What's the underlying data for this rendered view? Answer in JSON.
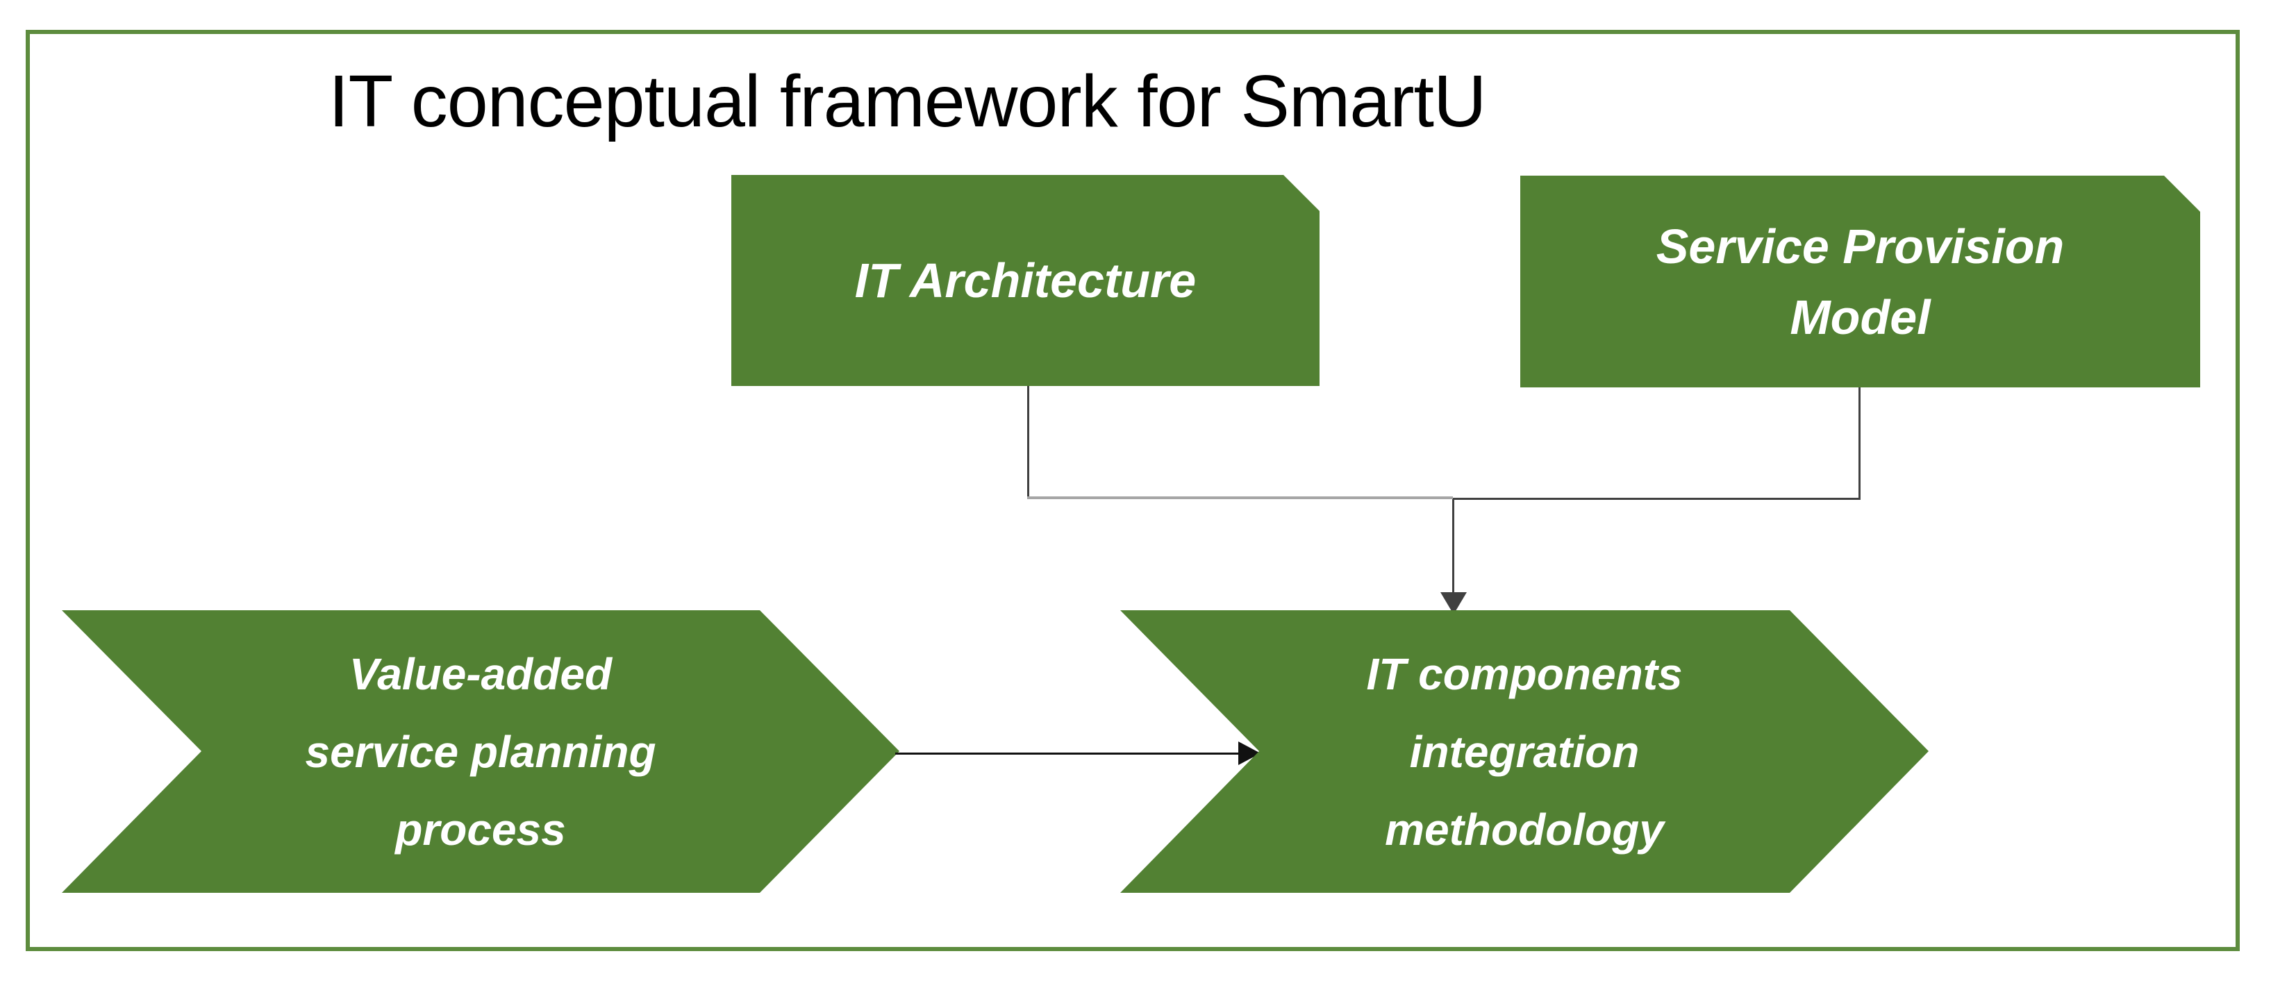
{
  "title": "IT conceptual framework for SmartU",
  "boxes": [
    {
      "name": "IT Architecture",
      "lines": [
        "IT Architecture"
      ]
    },
    {
      "name": "Service Provision Model",
      "lines": [
        "Service Provision",
        "Model"
      ]
    }
  ],
  "chevrons": [
    {
      "name": "Value-added service planning process",
      "lines": [
        "Value-added",
        "service planning",
        "process"
      ]
    },
    {
      "name": "IT components integration methodology",
      "lines": [
        "IT components",
        "integration",
        "methodology"
      ]
    }
  ],
  "relations": [
    {
      "from": "IT Architecture",
      "to": "IT components integration methodology"
    },
    {
      "from": "Service Provision Model",
      "to": "IT components integration methodology"
    },
    {
      "from": "Value-added service planning process",
      "to": "IT components integration methodology"
    }
  ],
  "colors": {
    "shape_fill": "#528133",
    "frame_border": "#5d8c3e",
    "connector_dark": "#404040",
    "connector_gray": "#a6a6a6",
    "arrow_black": "#111111",
    "text_white": "#ffffff",
    "title_color": "#000000"
  }
}
